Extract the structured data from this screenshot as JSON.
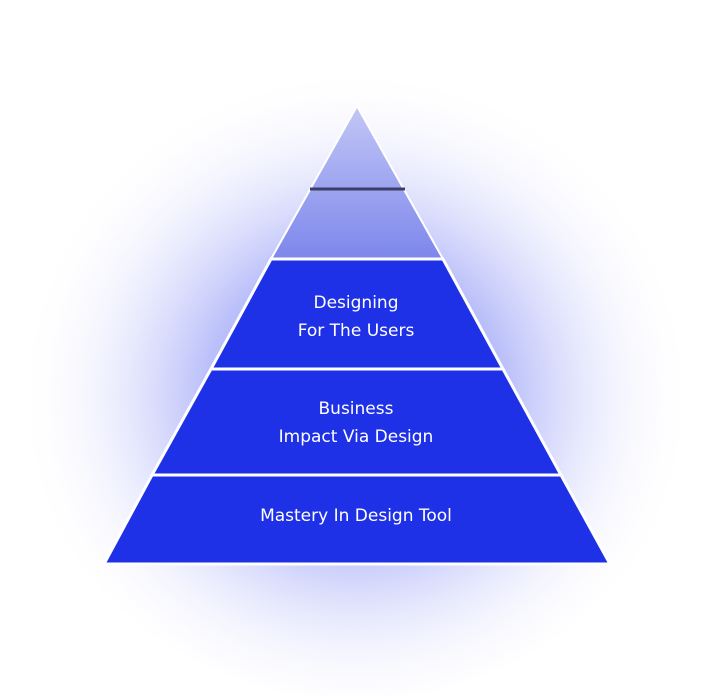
{
  "pyramid": {
    "layers": [
      {
        "id": "apex",
        "lines": []
      },
      {
        "id": "users",
        "lines": [
          "Designing",
          "For The Users"
        ]
      },
      {
        "id": "business",
        "lines": [
          "Business",
          "Impact Via Design"
        ]
      },
      {
        "id": "mastery",
        "lines": [
          "Mastery In Design Tool"
        ]
      }
    ],
    "colors": {
      "layer_fill": "#1f31e6",
      "apex_fill_top": "#b9bef4",
      "apex_fill_bottom": "#7f89ec",
      "glow": "#4f5cf2",
      "divider": "#ffffff",
      "apex_line": "#3b3f66"
    }
  }
}
